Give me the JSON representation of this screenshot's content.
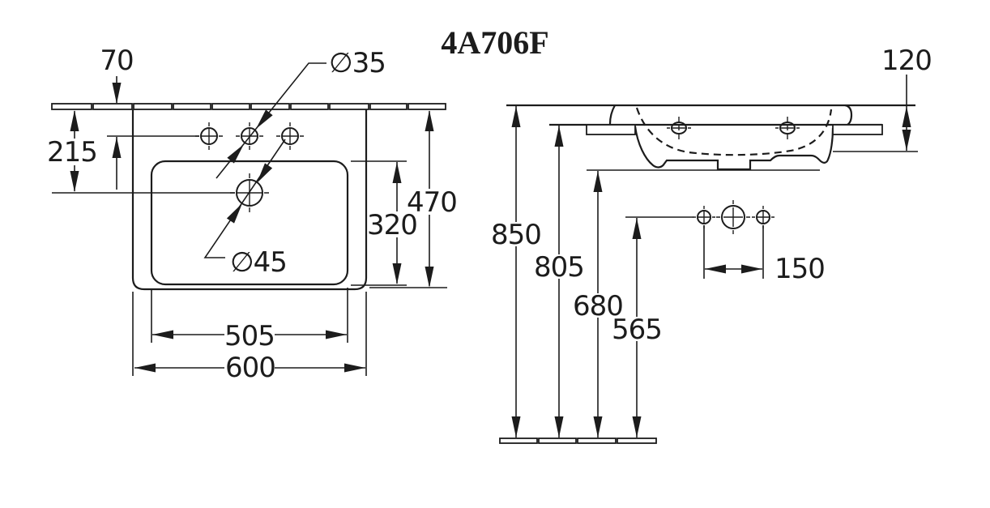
{
  "title": "4A706F",
  "colors": {
    "line": "#1c1c1c",
    "title_text": "#4a4a55",
    "background": "#ffffff"
  },
  "front_view": {
    "label": "washbasin front view",
    "dims": {
      "d70": "70",
      "d215": "215",
      "d35": "∅35",
      "d45": "∅45",
      "d320": "320",
      "d470": "470",
      "d505": "505",
      "d600": "600"
    }
  },
  "side_view": {
    "label": "washbasin side view",
    "dims": {
      "d120": "120",
      "d850": "850",
      "d805": "805",
      "d680": "680",
      "d565": "565",
      "d150": "150"
    }
  }
}
